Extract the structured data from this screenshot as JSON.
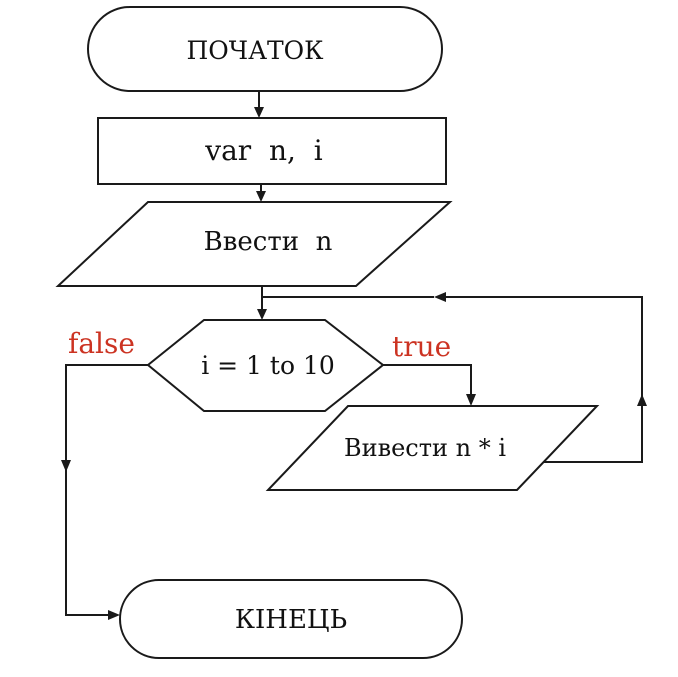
{
  "diagram": {
    "type": "flowchart",
    "nodes": {
      "start": {
        "label": "ПОЧАТОК",
        "shape": "terminator"
      },
      "declare": {
        "label": "var  n,  i",
        "shape": "process"
      },
      "input": {
        "label": "Ввести  n",
        "shape": "input-output"
      },
      "loop": {
        "label": "i = 1 to 10",
        "shape": "loop-hexagon"
      },
      "output": {
        "label": "Вивести n * i",
        "shape": "input-output"
      },
      "end": {
        "label": "КІНЕЦЬ",
        "shape": "terminator"
      }
    },
    "branches": {
      "false_label": "false",
      "true_label": "true",
      "label_color": "#cc3322"
    },
    "edges": [
      {
        "from": "start",
        "to": "declare"
      },
      {
        "from": "declare",
        "to": "input"
      },
      {
        "from": "input",
        "to": "loop"
      },
      {
        "from": "loop",
        "to": "output",
        "label": "true"
      },
      {
        "from": "output",
        "to": "loop"
      },
      {
        "from": "loop",
        "to": "end",
        "label": "false"
      }
    ]
  }
}
